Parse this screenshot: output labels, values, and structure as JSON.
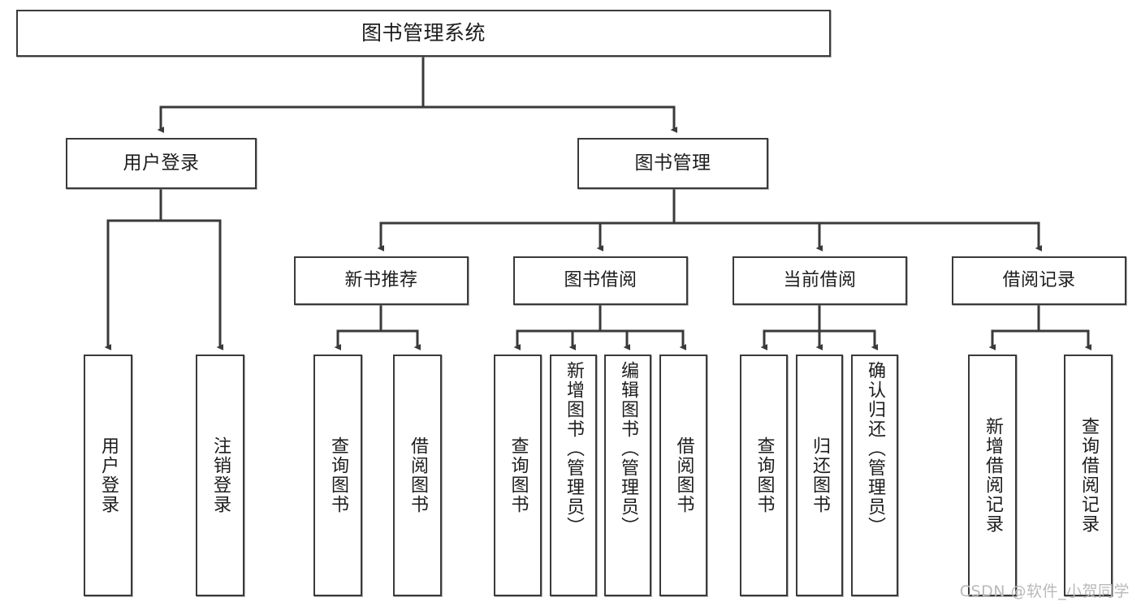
{
  "diagram": {
    "type": "tree",
    "title": "图书管理系统",
    "watermark": "CSDN @软件_小贺同学",
    "colors": {
      "box_border": "#3a3a3a",
      "box_fill": "#ffffff",
      "connector": "#3a3a3a",
      "text": "#1d1d1d",
      "watermark": "#b9b9b9"
    },
    "root": {
      "label": "图书管理系统"
    },
    "level2": [
      {
        "label": "用户登录"
      },
      {
        "label": "图书管理"
      }
    ],
    "level3": [
      {
        "label": "新书推荐"
      },
      {
        "label": "图书借阅"
      },
      {
        "label": "当前借阅"
      },
      {
        "label": "借阅记录"
      }
    ],
    "leaves": {
      "user_login": [
        {
          "label": "用户登录"
        },
        {
          "label": "注销登录"
        }
      ],
      "new_book_recommend": [
        {
          "label": "查询图书"
        },
        {
          "label": "借阅图书"
        }
      ],
      "book_borrow": [
        {
          "label": "查询图书"
        },
        {
          "label": "新增图书（管理员）"
        },
        {
          "label": "编辑图书（管理员）"
        },
        {
          "label": "借阅图书"
        }
      ],
      "current_borrow": [
        {
          "label": "查询图书"
        },
        {
          "label": "归还图书"
        },
        {
          "label": "确认归还（管理员）"
        }
      ],
      "borrow_record": [
        {
          "label": "新增借阅记录"
        },
        {
          "label": "查询借阅记录"
        }
      ]
    }
  }
}
